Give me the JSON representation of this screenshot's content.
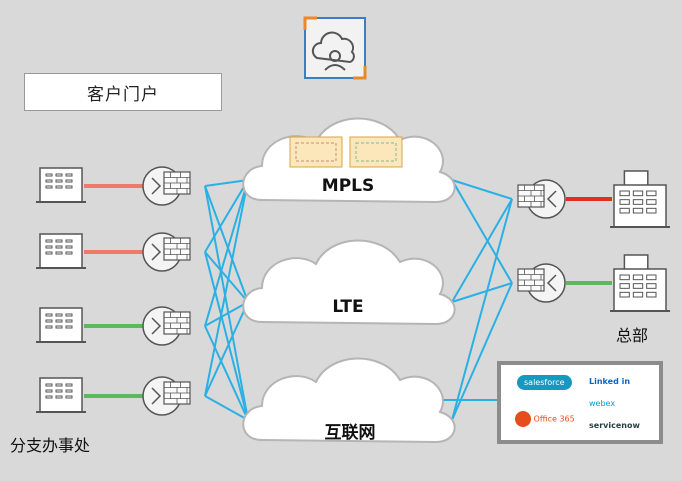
{
  "portal": {
    "label": "客户门户"
  },
  "clouds": [
    {
      "id": "mpls",
      "label": "MPLS"
    },
    {
      "id": "lte",
      "label": "LTE"
    },
    {
      "id": "internet",
      "label": "互联网"
    }
  ],
  "branch": {
    "label": "分支办事处",
    "count": 4,
    "link_colors": [
      "#f07a6a",
      "#f07a6a",
      "#5cb85c",
      "#5cb85c"
    ]
  },
  "hq": {
    "label": "总部",
    "link_colors": [
      "#e03020",
      "#5cb85c"
    ]
  },
  "colors": {
    "mesh": "#2ab0e4",
    "icon_stroke": "#555555",
    "management_icon": "#3a7fc1",
    "management_accent": "#e8892b"
  },
  "saas": {
    "logos": [
      {
        "name": "salesforce",
        "text": "salesforce",
        "color": "#1798c1"
      },
      {
        "name": "linkedin",
        "text": "Linked in",
        "color": "#0a66c2"
      },
      {
        "name": "office365",
        "text": "Office 365",
        "color": "#e74c1c"
      },
      {
        "name": "webex",
        "text": "webex",
        "color": "#00a0d1"
      },
      {
        "name": "servicenow",
        "text": "servicenow",
        "color": "#293e40"
      }
    ]
  }
}
